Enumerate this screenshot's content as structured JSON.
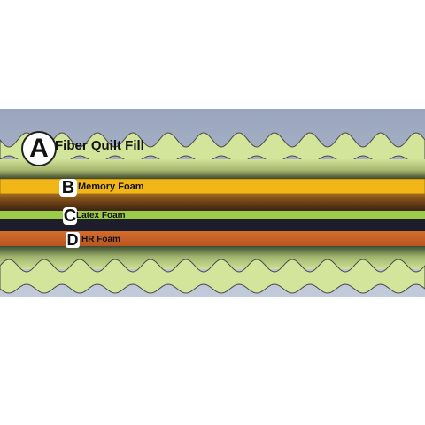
{
  "layers": [
    {
      "letter": "A",
      "name": "Fiber Quilt Fill",
      "color": "#c9dd8c"
    },
    {
      "letter": "B",
      "name": "Memory Foam",
      "color": "#f2b619"
    },
    {
      "letter": "C",
      "name": "Latex Foam",
      "color": "#9ccb4a"
    },
    {
      "letter": "D",
      "name": "HR Foam",
      "color": "#c8642a"
    }
  ],
  "colors": {
    "background_top": "#a9b5c9",
    "quilt_fill": "#d3e59a",
    "dark_band": "#1d1d2b",
    "brown_band": "#6b3f1a"
  }
}
